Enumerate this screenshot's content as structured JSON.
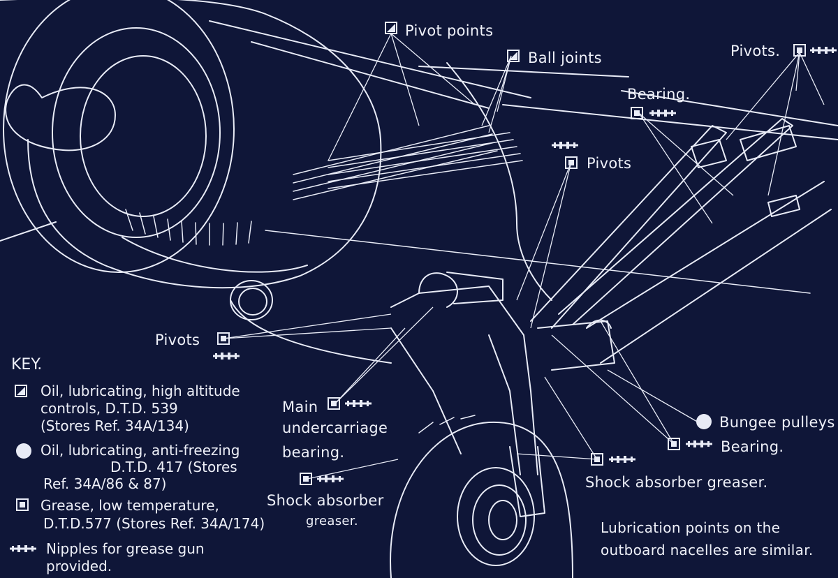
{
  "labels": {
    "pivot_points": "Pivot points",
    "ball_joints": "Ball joints",
    "pivots_top_right": "Pivots.",
    "bearing_upper": "Bearing.",
    "pivots_center": "Pivots",
    "pivots_left": "Pivots",
    "main_undercarriage_1": "Main",
    "main_undercarriage_2": "undercarriage",
    "main_undercarriage_3": "bearing.",
    "shock_absorber_left_1": "Shock absorber",
    "shock_absorber_left_2": "greaser.",
    "bungee_pulleys": "Bungee pulleys",
    "bearing_lower": "Bearing.",
    "shock_absorber_right": "Shock absorber greaser.",
    "note_1": "Lubrication points on the",
    "note_2": "outboard nacelles are similar."
  },
  "key": {
    "title": "KEY.",
    "oil_high_altitude": [
      "Oil, lubricating, high altitude",
      "controls, D.T.D. 539",
      "(Stores  Ref.  34A/134)"
    ],
    "oil_anti_freezing": [
      "Oil, lubricating, anti-freezing",
      "D.T.D. 417 (Stores",
      "Ref. 34A/86 & 87)"
    ],
    "grease_low_temp": [
      "Grease, low temperature,",
      "D.T.D.577 (Stores Ref. 34A/174)"
    ],
    "nipples": [
      "Nipples for grease gun",
      "provided."
    ]
  },
  "colors": {
    "background": "#0f1638",
    "line": "#e8ebf6"
  }
}
